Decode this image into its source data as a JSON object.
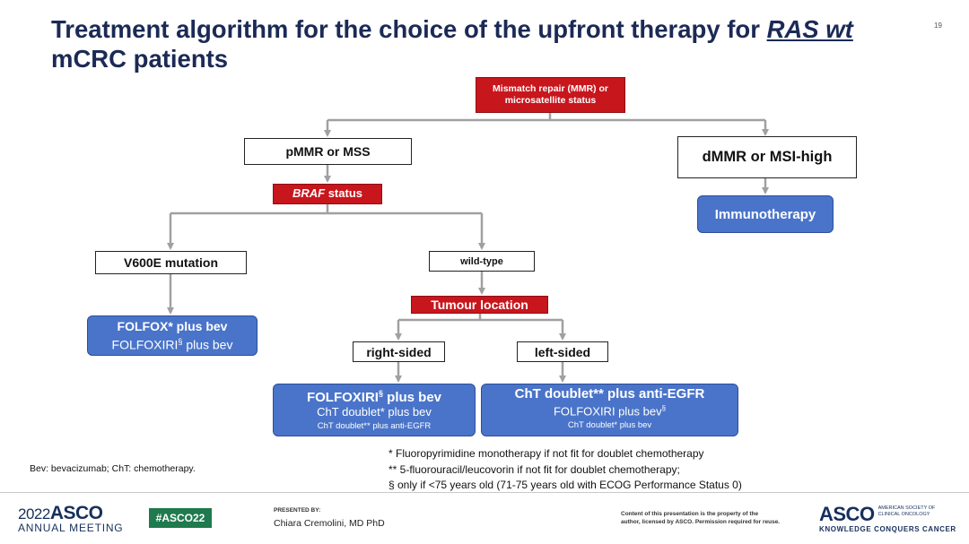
{
  "slide": {
    "title_prefix": "Treatment algorithm for the choice of the upfront therapy for ",
    "title_italic": "RAS wt",
    "title_line2": "mCRC patients",
    "number": "19"
  },
  "nodes": {
    "mmr": {
      "line1": "Mismatch repair (MMR) or",
      "line2": "microsatellite status"
    },
    "pmmr": "pMMR or MSS",
    "dmmr": "dMMR or MSI-high",
    "braf": {
      "italic": "BRAF",
      "rest": " status"
    },
    "immunotherapy": "Immunotherapy",
    "v600e": "V600E mutation",
    "wildtype": "wild-type",
    "tumour": "Tumour location",
    "folfox": {
      "line1": "FOLFOX* plus bev",
      "line2a": "FOLFOXIRI",
      "line2sup": "§",
      "line2b": " plus bev"
    },
    "right": "right-sided",
    "left": "left-sided",
    "right_tx": {
      "line1a": "FOLFOXIRI",
      "line1sup": "§",
      "line1b": " plus bev",
      "line2": "ChT doublet* plus bev",
      "line3": "ChT doublet** plus anti-EGFR"
    },
    "left_tx": {
      "line1": "ChT doublet** plus anti-EGFR",
      "line2a": "FOLFOXIRI plus bev",
      "line2sup": "§",
      "line3": "ChT doublet* plus bev"
    }
  },
  "footnotes": {
    "abbrev": "Bev: bevacizumab; ChT: chemotherapy.",
    "star": "* Fluoropyrimidine monotherapy if not fit for doublet chemotherapy",
    "dstar": "** 5-fluorouracil/leucovorin if not fit for doublet chemotherapy;",
    "section": "§ only if <75 years old (71-75 years old with ECOG Performance Status 0)"
  },
  "footer": {
    "year": "2022",
    "asco": "ASCO",
    "meeting": "ANNUAL MEETING",
    "hashtag": "#ASCO22",
    "presented_by": "PRESENTED BY:",
    "presenter": "Chiara Cremolini, MD PhD",
    "copyright1": "Content of this presentation is the property of the",
    "copyright2": "author, licensed by ASCO. Permission required for reuse.",
    "asco_right": "ASCO",
    "society1": "AMERICAN SOCIETY OF",
    "society2": "CLINICAL ONCOLOGY",
    "tagline": "KNOWLEDGE CONQUERS CANCER"
  },
  "colors": {
    "title": "#1b2a55",
    "red": "#c8161d",
    "blue": "#4a74c9",
    "arrow": "#a0a0a0",
    "green": "#1f7a4e"
  }
}
